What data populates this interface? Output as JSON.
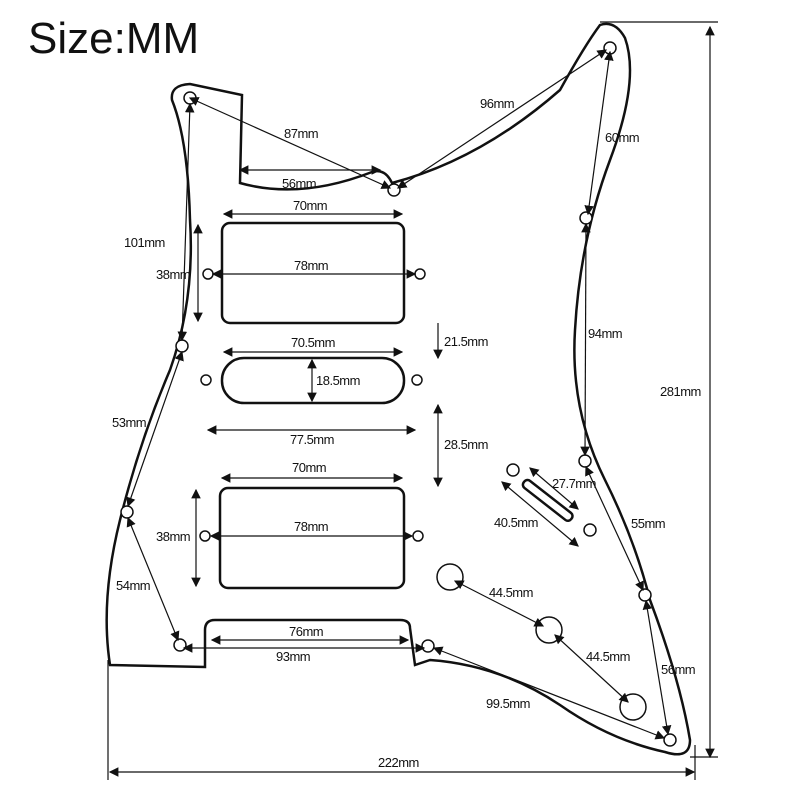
{
  "title": "Size:MM",
  "dimensions": {
    "d87": "87mm",
    "d96": "96mm",
    "d60": "60mm",
    "d56top": "56mm",
    "d70a": "70mm",
    "d101": "101mm",
    "d38a": "38mm",
    "d78a": "78mm",
    "d94": "94mm",
    "d70_5": "70.5mm",
    "d21_5": "21.5mm",
    "d18_5": "18.5mm",
    "d53": "53mm",
    "d77_5": "77.5mm",
    "d28_5": "28.5mm",
    "d281": "281mm",
    "d70b": "70mm",
    "d27_7": "27.7mm",
    "d78b": "78mm",
    "d38b": "38mm",
    "d40_5": "40.5mm",
    "d55": "55mm",
    "d54": "54mm",
    "d44_5a": "44.5mm",
    "d44_5b": "44.5mm",
    "d76": "76mm",
    "d93": "93mm",
    "d56": "56mm",
    "d99_5": "99.5mm",
    "d222": "222mm"
  }
}
